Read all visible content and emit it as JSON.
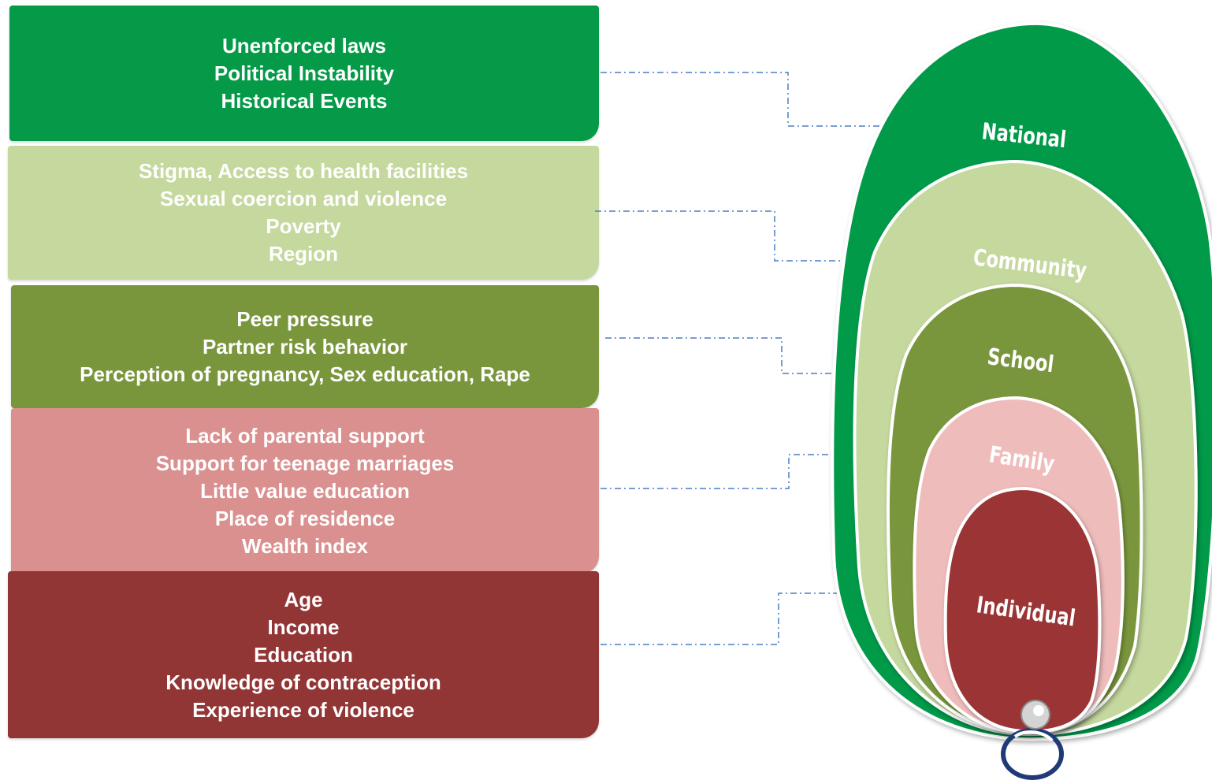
{
  "factors": {
    "national": {
      "lines": [
        "Unenforced laws",
        "Political Instability",
        "Historical Events"
      ],
      "color": "#049a48"
    },
    "community": {
      "lines": [
        "Stigma, Access to health facilities",
        "Sexual coercion and violence",
        "Poverty",
        "Region"
      ],
      "color": "#c5d89e"
    },
    "school": {
      "lines": [
        "Peer pressure",
        "Partner risk behavior",
        "Perception of pregnancy, Sex education,  Rape"
      ],
      "color": "#7a963c"
    },
    "family": {
      "lines": [
        "Lack of parental support",
        "Support for teenage marriages",
        "Little value education",
        "Place of residence",
        "Wealth index"
      ],
      "color": "#d9908f"
    },
    "individual": {
      "lines": [
        "Age",
        "Income",
        "Education",
        "Knowledge of contraception",
        "Experience of violence"
      ],
      "color": "#923535"
    }
  },
  "levels": {
    "national": "National",
    "community": "Community",
    "school": "School",
    "family": "Family",
    "individual": "Individual"
  },
  "connector_color": "#4a7fc0"
}
